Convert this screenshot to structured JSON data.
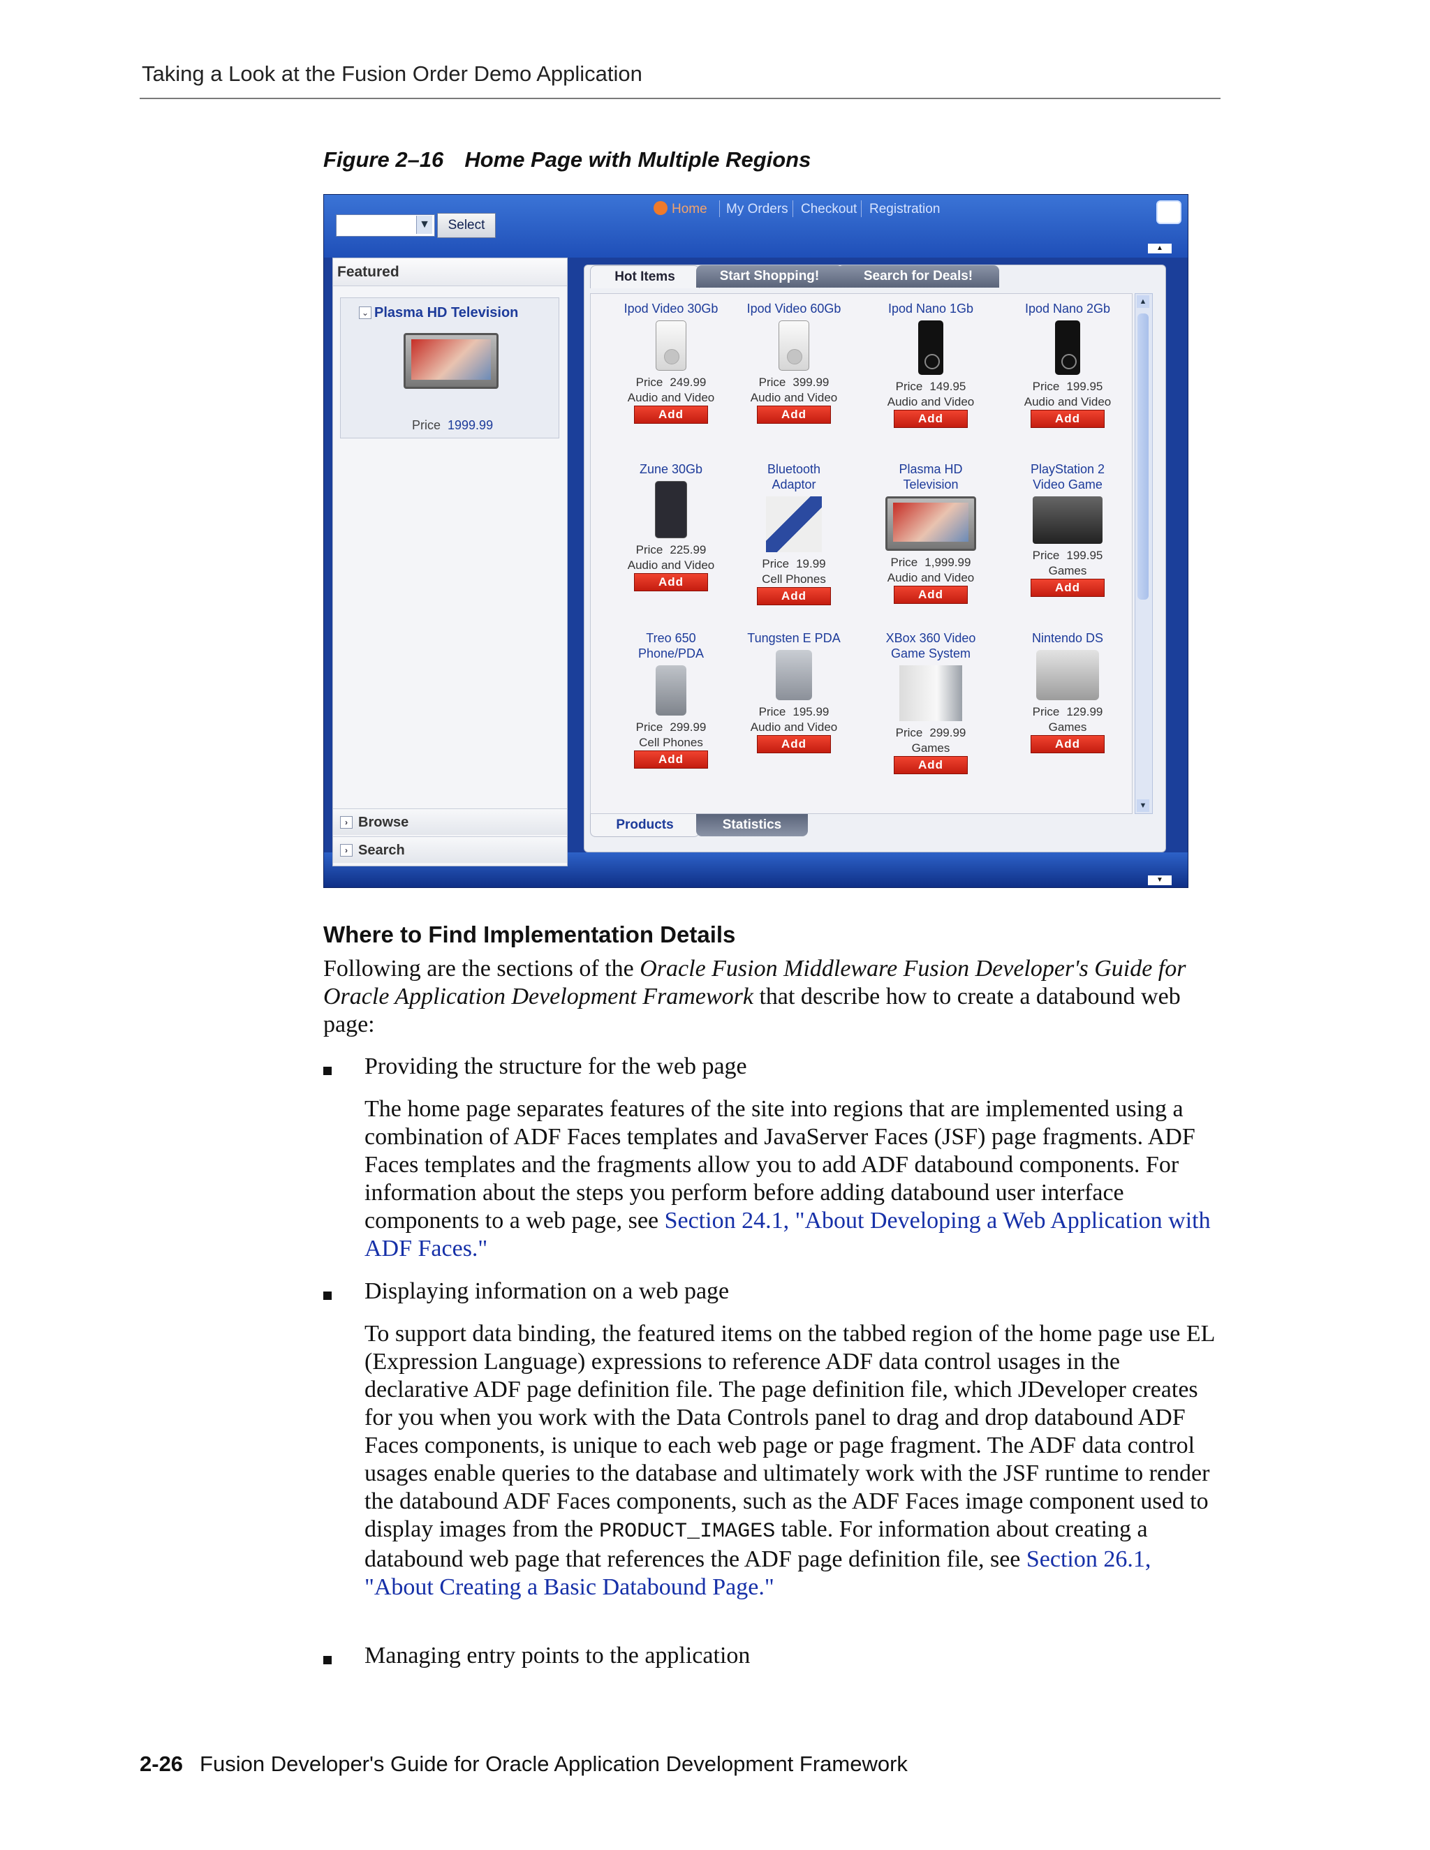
{
  "header": {
    "running_head": "Taking a Look at the Fusion Order Demo Application"
  },
  "figure": {
    "caption_number": "Figure 2–16",
    "caption_title": "Home Page with Multiple Regions"
  },
  "screenshot": {
    "select_button": "Select",
    "nav": [
      "Home",
      "My Orders",
      "Checkout",
      "Registration"
    ],
    "left_panel": {
      "title": "Featured",
      "featured_item": "Plasma HD Television",
      "price_label": "Price",
      "price_value": "1999.99",
      "accordion": [
        "Browse",
        "Search"
      ]
    },
    "tabs": [
      "Hot Items",
      "Start Shopping!",
      "Search for Deals!"
    ],
    "bottom_tabs": [
      "Products",
      "Statistics"
    ],
    "add_label": "Add",
    "price_label": "Price",
    "products": [
      {
        "name_l1": "Ipod Video 30Gb",
        "name_l2": "",
        "price": "249.99",
        "category": "Audio and Video",
        "icon": "ipod-classic"
      },
      {
        "name_l1": "Ipod Video 60Gb",
        "name_l2": "",
        "price": "399.99",
        "category": "Audio and Video",
        "icon": "ipod-classic"
      },
      {
        "name_l1": "Ipod Nano 1Gb",
        "name_l2": "",
        "price": "149.95",
        "category": "Audio and Video",
        "icon": "ipod-nano"
      },
      {
        "name_l1": "Ipod Nano 2Gb",
        "name_l2": "",
        "price": "199.95",
        "category": "Audio and Video",
        "icon": "ipod-nano"
      },
      {
        "name_l1": "Zune 30Gb",
        "name_l2": "",
        "price": "225.99",
        "category": "Audio and Video",
        "icon": "zune"
      },
      {
        "name_l1": "Bluetooth",
        "name_l2": "Adaptor",
        "price": "19.99",
        "category": "Cell Phones",
        "icon": "bluetooth-adaptor"
      },
      {
        "name_l1": "Plasma HD",
        "name_l2": "Television",
        "price": "1,999.99",
        "category": "Audio and Video",
        "icon": "plasma-tv"
      },
      {
        "name_l1": "PlayStation 2",
        "name_l2": "Video Game",
        "price": "199.95",
        "category": "Games",
        "icon": "playstation"
      },
      {
        "name_l1": "Treo 650",
        "name_l2": "Phone/PDA",
        "price": "299.99",
        "category": "Cell Phones",
        "icon": "treo"
      },
      {
        "name_l1": "Tungsten E PDA",
        "name_l2": "",
        "price": "195.99",
        "category": "Audio and Video",
        "icon": "pda"
      },
      {
        "name_l1": "XBox 360 Video",
        "name_l2": "Game System",
        "price": "299.99",
        "category": "Games",
        "icon": "xbox"
      },
      {
        "name_l1": "Nintendo DS",
        "name_l2": "",
        "price": "129.99",
        "category": "Games",
        "icon": "nintendo-ds"
      }
    ]
  },
  "section": {
    "heading": "Where to Find Implementation Details",
    "intro_pre": "Following are the sections of the ",
    "intro_italic": "Oracle Fusion Middleware Fusion Developer's Guide for Oracle Application Development Framework",
    "intro_post": " that describe how to create a databound web page:",
    "bullet1": "Providing the structure for the web page",
    "bullet1_text": "The home page separates features of the site into regions that are implemented using a combination of ADF Faces templates and JavaServer Faces (JSF) page fragments. ADF Faces templates and the fragments allow you to add ADF databound components. For information about the steps you perform before adding databound user interface components to a web page, see ",
    "bullet1_link": "Section 24.1, \"About Developing a Web Application with ADF Faces.\"",
    "bullet2": "Displaying information on a web page",
    "bullet2_text_a": "To support data binding, the featured items on the tabbed region of the home page use EL (Expression Language) expressions to reference ADF data control usages in the declarative ADF page definition file. The page definition file, which JDeveloper creates for you when you work with the Data Controls panel to drag and drop databound ADF Faces components, is unique to each web page or page fragment. The ADF data control usages enable queries to the database and ultimately work with the JSF runtime to render the databound ADF Faces components, such as the ADF Faces image component used to display images from the ",
    "bullet2_code": "PRODUCT_IMAGES",
    "bullet2_text_b": " table. For information about creating a databound web page that references the ADF page definition file, see ",
    "bullet2_link": "Section 26.1, \"About Creating a Basic Databound Page.\"",
    "bullet3": "Managing entry points to the application"
  },
  "footer": {
    "page_number": "2-26",
    "book_title": "Fusion Developer's Guide for Oracle Application Development Framework"
  }
}
